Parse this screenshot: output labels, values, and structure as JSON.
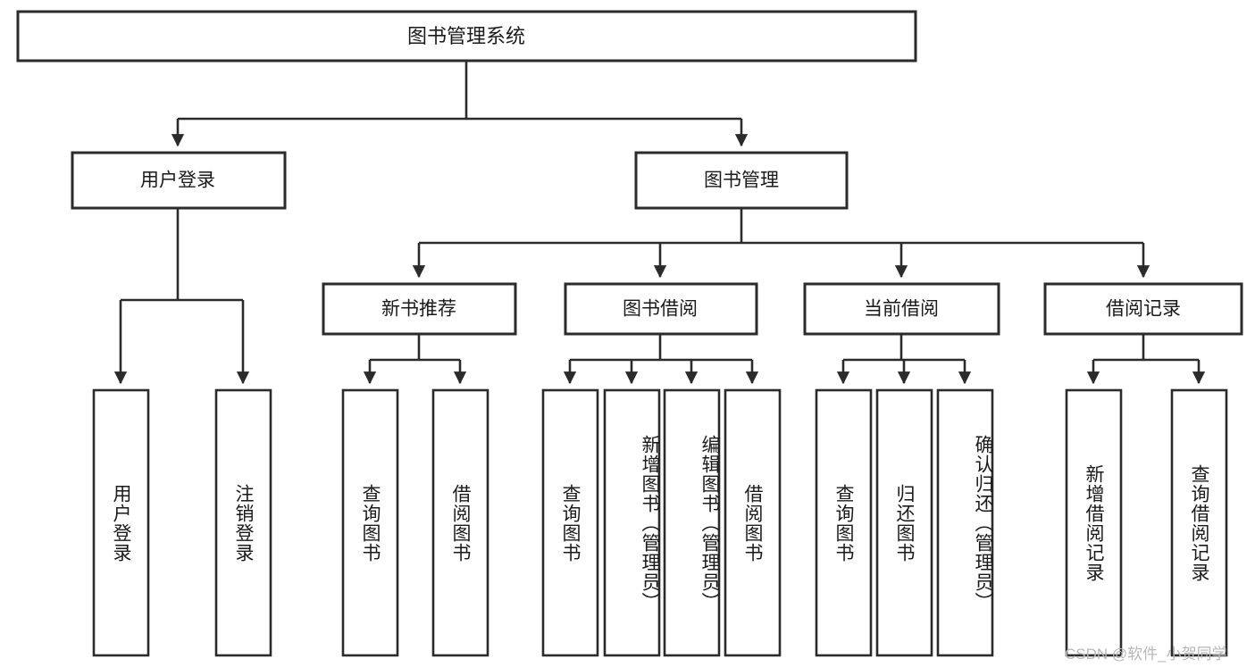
{
  "diagram": {
    "title": "图书管理系统",
    "root": {
      "id": "root",
      "label": "图书管理系统"
    },
    "level1": [
      {
        "id": "user-login",
        "label": "用户登录"
      },
      {
        "id": "book-manage",
        "label": "图书管理"
      }
    ],
    "level2": [
      {
        "id": "new-book-recommend",
        "label": "新书推荐",
        "parent": "book-manage"
      },
      {
        "id": "book-borrow",
        "label": "图书借阅",
        "parent": "book-manage"
      },
      {
        "id": "current-borrow",
        "label": "当前借阅",
        "parent": "book-manage"
      },
      {
        "id": "borrow-record",
        "label": "借阅记录",
        "parent": "book-manage"
      }
    ],
    "leaves": [
      {
        "id": "leaf-user-login",
        "label": "用户登录",
        "parent": "user-login"
      },
      {
        "id": "leaf-logout",
        "label": "注销登录",
        "parent": "user-login"
      },
      {
        "id": "leaf-query-book-1",
        "label": "查询图书",
        "parent": "new-book-recommend"
      },
      {
        "id": "leaf-borrow-book-1",
        "label": "借阅图书",
        "parent": "new-book-recommend"
      },
      {
        "id": "leaf-query-book-2",
        "label": "查询图书",
        "parent": "book-borrow"
      },
      {
        "id": "leaf-add-book",
        "label": "新增图书（管理员）",
        "parent": "book-borrow"
      },
      {
        "id": "leaf-edit-book",
        "label": "编辑图书（管理员）",
        "parent": "book-borrow"
      },
      {
        "id": "leaf-borrow-book-2",
        "label": "借阅图书",
        "parent": "book-borrow"
      },
      {
        "id": "leaf-query-book-3",
        "label": "查询图书",
        "parent": "current-borrow"
      },
      {
        "id": "leaf-return-book",
        "label": "归还图书",
        "parent": "current-borrow"
      },
      {
        "id": "leaf-confirm-return",
        "label": "确认归还（管理员）",
        "parent": "current-borrow"
      },
      {
        "id": "leaf-add-record",
        "label": "新增借阅记录",
        "parent": "borrow-record"
      },
      {
        "id": "leaf-query-record",
        "label": "查询借阅记录",
        "parent": "borrow-record"
      }
    ],
    "colors": {
      "stroke": "#2b2b2b",
      "fill": "#ffffff",
      "text": "#1a1a1a",
      "watermark": "#b8b8b8"
    }
  },
  "watermark": {
    "text": "CSDN @软件_小贺同学"
  }
}
